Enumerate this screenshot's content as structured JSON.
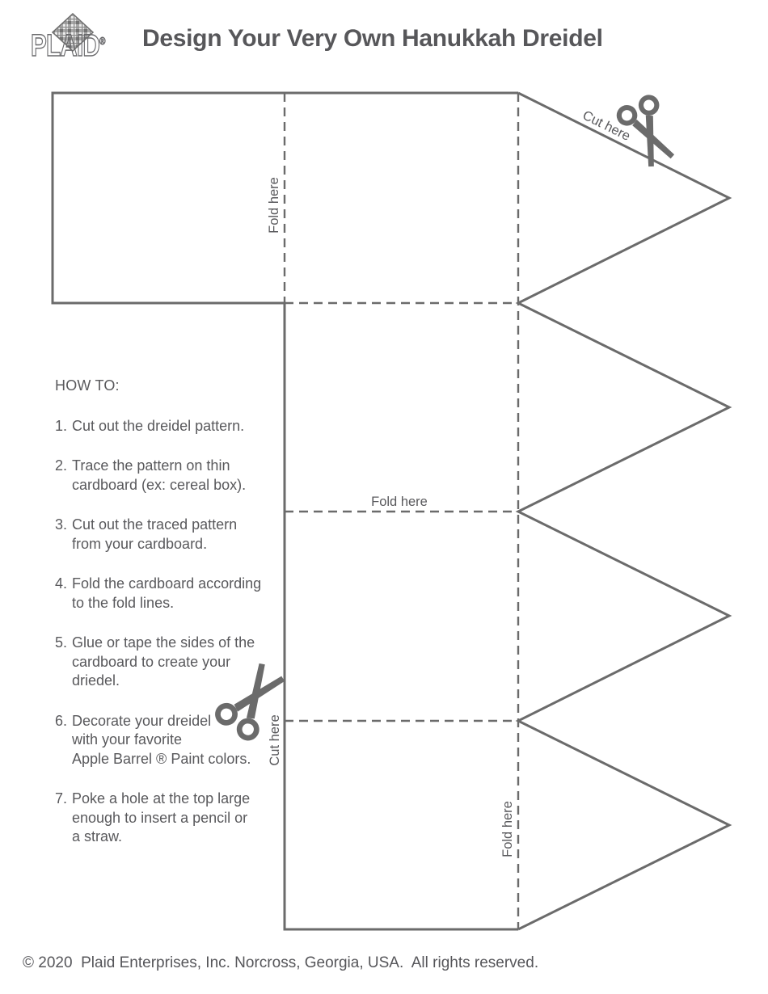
{
  "header": {
    "logo_text": "PLAID",
    "logo_mark": "®",
    "title": "Design Your Very Own Hanukkah Dreidel"
  },
  "pattern": {
    "fold_here_top": "Fold here",
    "fold_here_middle": "Fold here",
    "fold_here_bottom": "Fold here",
    "cut_here_top": "Cut here",
    "cut_here_left": "Cut here"
  },
  "instructions": {
    "heading": "HOW TO:",
    "steps": [
      {
        "num": "1.",
        "text": "Cut out the dreidel pattern."
      },
      {
        "num": "2.",
        "text": "Trace the pattern on thin\ncardboard (ex: cereal box)."
      },
      {
        "num": "3.",
        "text": "Cut out the traced pattern\nfrom your cardboard."
      },
      {
        "num": "4.",
        "text": "Fold the cardboard according\nto the fold lines."
      },
      {
        "num": "5.",
        "text": "Glue or tape the sides of the\ncardboard to create your\ndriedel."
      },
      {
        "num": "6.",
        "text": "Decorate your dreidel\nwith your favorite\nApple Barrel ® Paint colors."
      },
      {
        "num": "7.",
        "text": "Poke a hole at the top large\nenough to insert a pencil or\na straw."
      }
    ]
  },
  "footer": {
    "copyright": "© 2020  Plaid Enterprises, Inc. Norcross, Georgia, USA.  All rights reserved."
  },
  "colors": {
    "line_gray": "#6b6b6b",
    "text_gray": "#59595c",
    "title_gray": "#57575a"
  }
}
